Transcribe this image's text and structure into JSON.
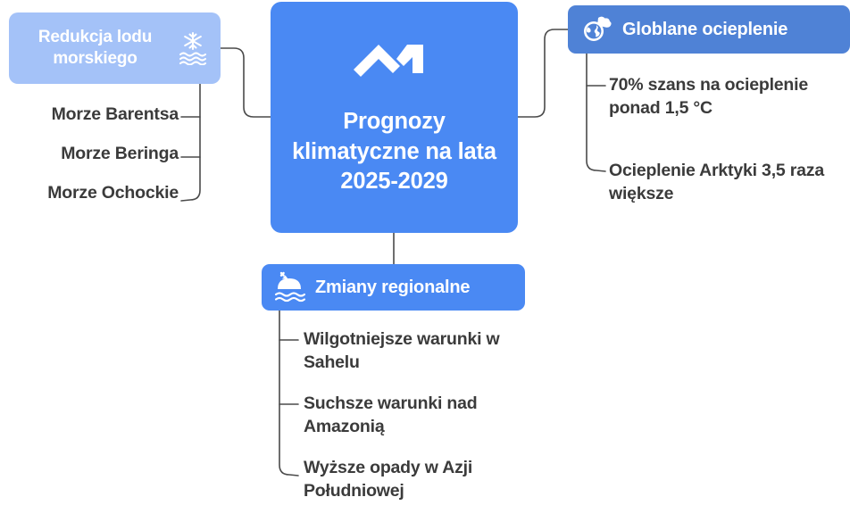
{
  "diagram": {
    "type": "mind-map",
    "title": "Prognozy klimatyczne na lata 2025-2029"
  },
  "colors": {
    "central_blue": "#4a89f3",
    "light_blue": "#a4c2f8",
    "muted_blue": "#4f82d6",
    "text_dark": "#3b3b3b",
    "connector": "#4a4a4a",
    "background": "#ffffff"
  },
  "central": {
    "title": "Prognozy klimatyczne na lata 2025-2029",
    "icon": "mountain-peaks-icon"
  },
  "branches": [
    {
      "id": "seaice",
      "label": "Redukcja lodu morskiego",
      "icon": "snowflake-over-waves-icon",
      "position": "upper-left",
      "color": "#a4c2f8",
      "children": [
        "Morze Barentsa",
        "Morze Beringa",
        "Morze Ochockie"
      ]
    },
    {
      "id": "warming",
      "label": "Globlane ocieplenie",
      "icon": "globe-cloud-icon",
      "position": "upper-right",
      "color": "#4f82d6",
      "children": [
        "70% szans na ocieplenie ponad 1,5 °C",
        "Ocieplenie Arktyki 3,5 raza większe"
      ]
    },
    {
      "id": "regional",
      "label": "Zmiany regionalne",
      "icon": "iceberg-over-waves-icon",
      "position": "bottom",
      "color": "#4a89f3",
      "children": [
        "Wilgotniejsze warunki w Sahelu",
        "Suchsze warunki nad Amazonią",
        "Wyższe opady w Azji Południowej"
      ]
    }
  ]
}
